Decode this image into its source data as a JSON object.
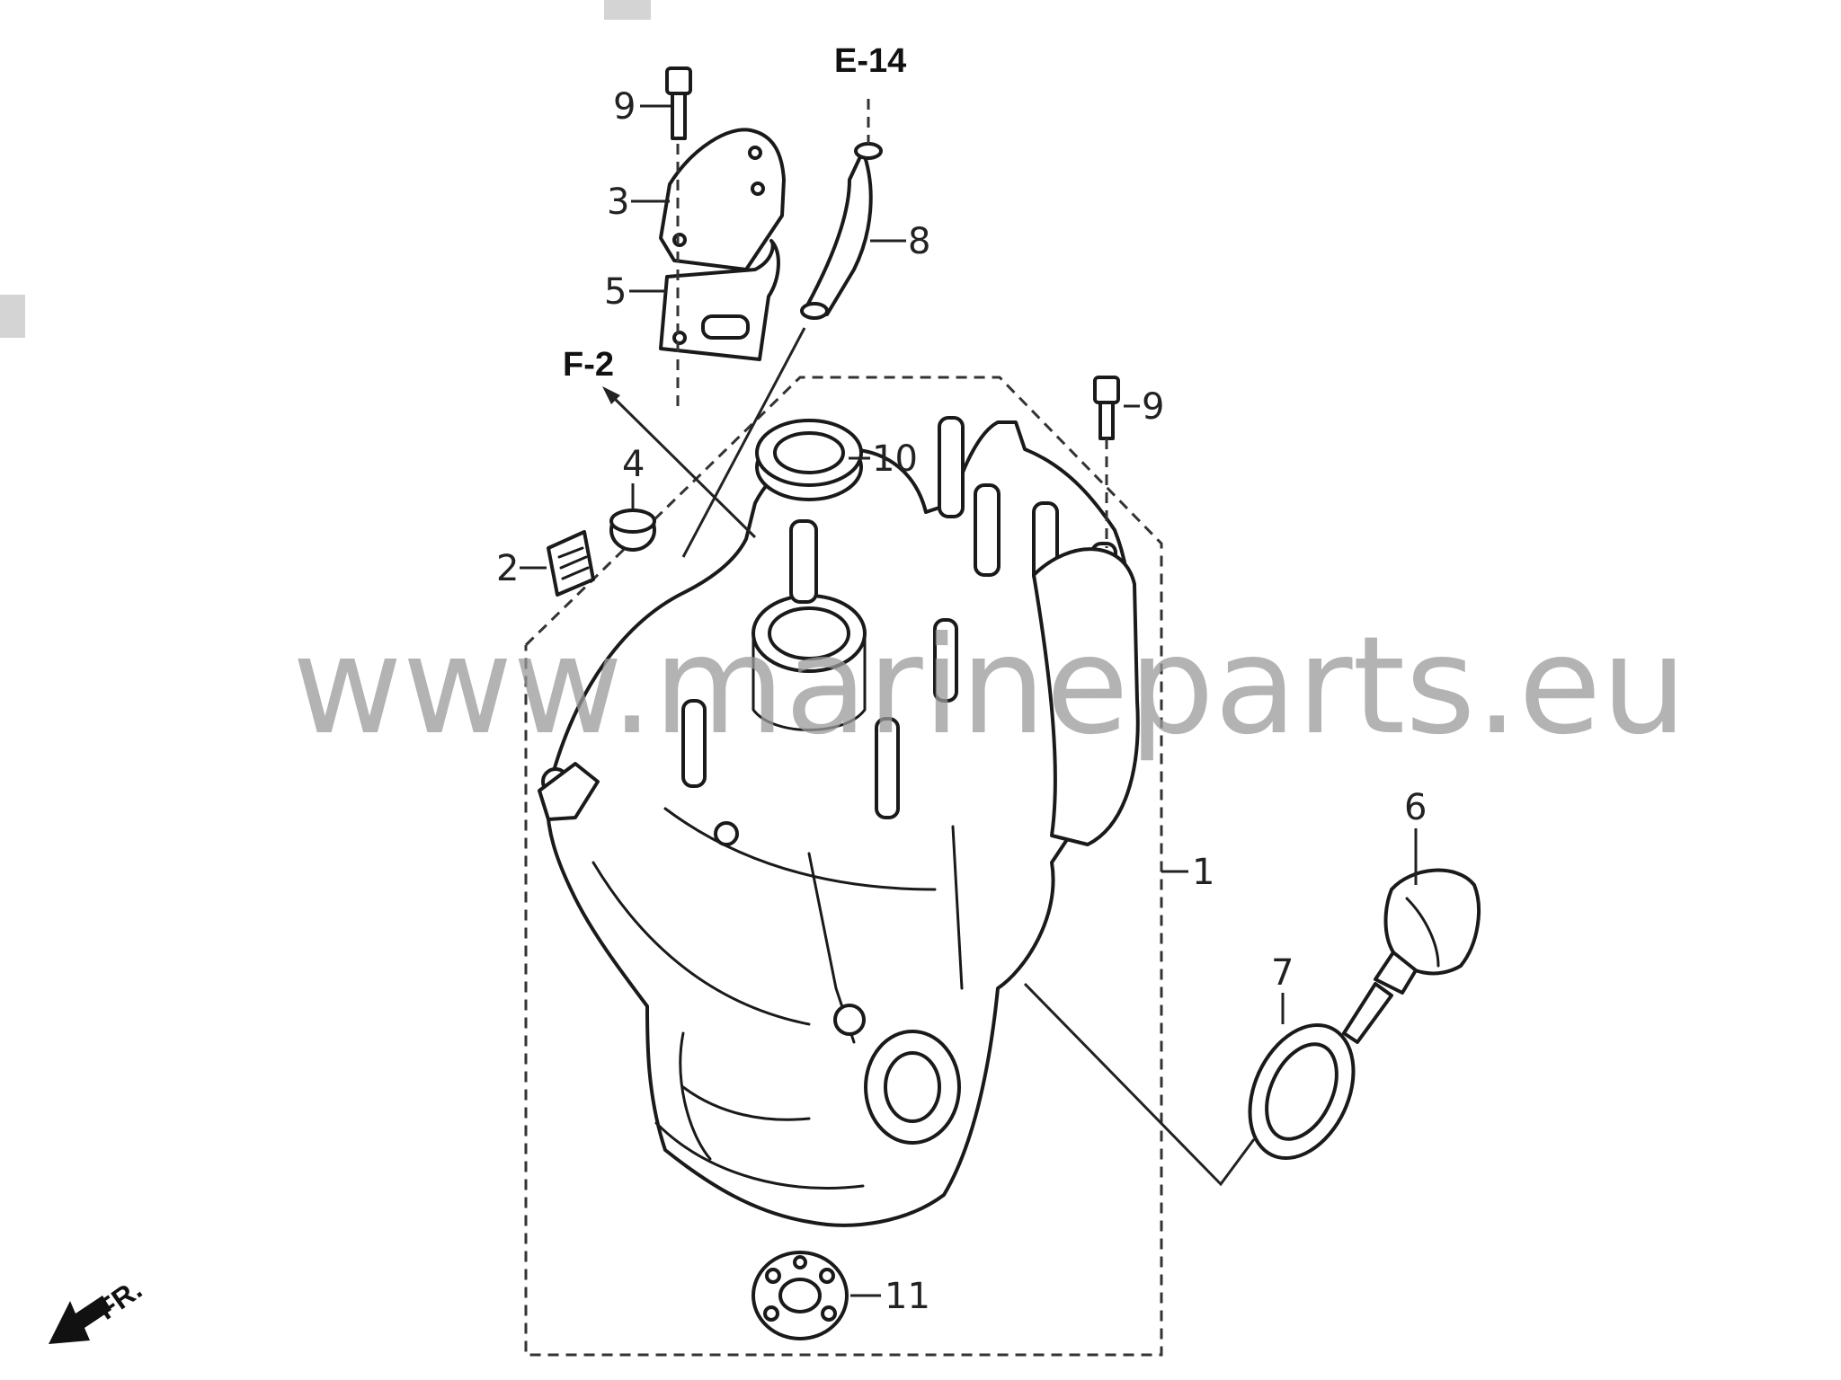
{
  "diagram": {
    "ref_labels": {
      "e14": "E-14",
      "f2": "F-2",
      "front": "FR."
    },
    "callouts": {
      "p1": "1",
      "p2": "2",
      "p3": "3",
      "p4": "4",
      "p5": "5",
      "p6": "6",
      "p7": "7",
      "p8": "8",
      "p9a": "9",
      "p9b": "9",
      "p10": "10",
      "p11": "11"
    },
    "watermark": "www.marineparts.eu"
  }
}
